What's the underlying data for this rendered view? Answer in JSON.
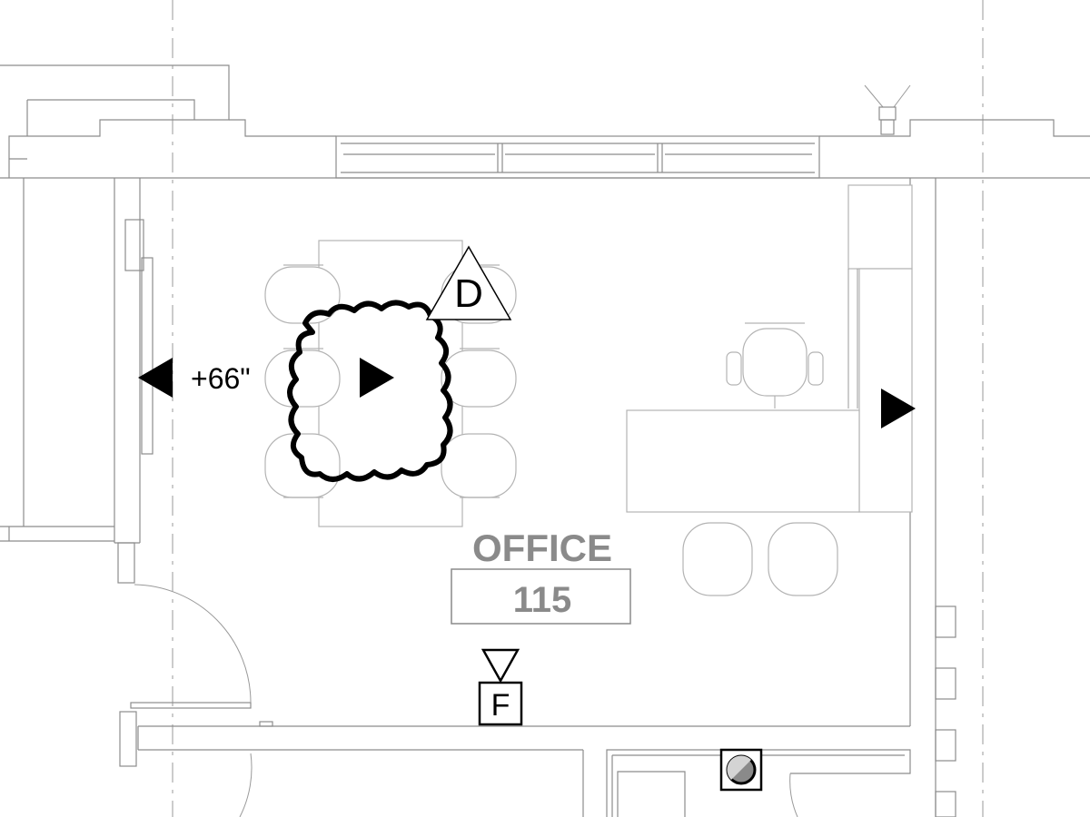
{
  "room": {
    "name": "OFFICE",
    "number": "115"
  },
  "annotations": {
    "elevation_mark": "+66\"",
    "revision_tag": "D",
    "keynote_tag": "F"
  },
  "colors": {
    "line": "#8c8c8c",
    "furniture": "#b3b3b3",
    "symbol": "#000000",
    "room_label": "#8a8a8a"
  }
}
